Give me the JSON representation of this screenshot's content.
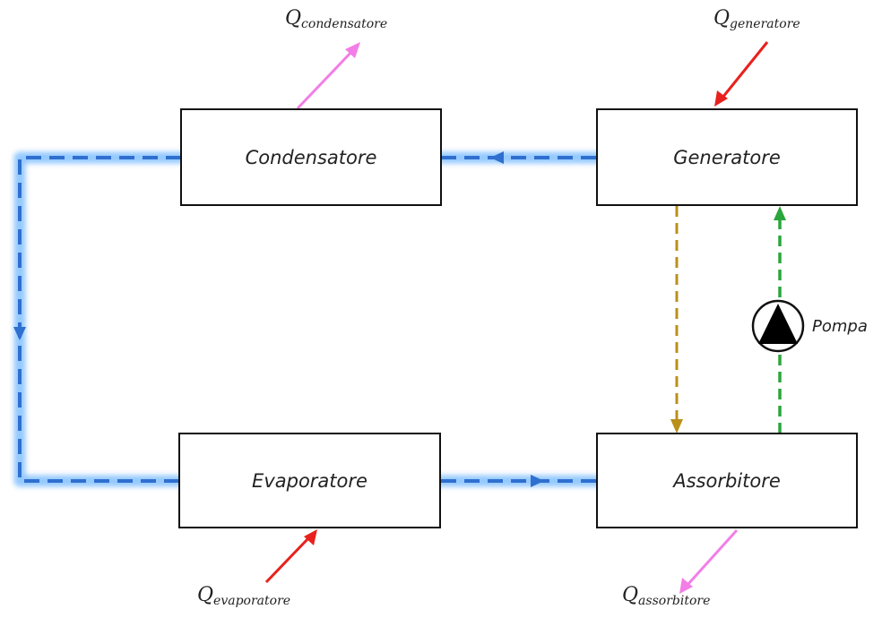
{
  "components": {
    "condensatore": "Condensatore",
    "generatore": "Generatore",
    "evaporatore": "Evaporatore",
    "assorbitore": "Assorbitore"
  },
  "heat_flows": {
    "q_symbol": "Q",
    "condensatore": "condensatore",
    "generatore": "generatore",
    "evaporatore": "evaporatore",
    "assorbitore": "assorbitore"
  },
  "pump": {
    "label": "Pompa"
  },
  "colors": {
    "refrigerant_line": "#2f6fd0",
    "refrigerant_glow": "#8fc6ff",
    "weak_solution_line": "#b8901a",
    "weak_solution_glow": "#fff15a",
    "strong_solution_line": "#2aa63b",
    "strong_solution_glow": "#a7ec9c",
    "heat_in_arrow": "#e8211c",
    "heat_out_arrow": "#f27ee6",
    "box_border": "#111111"
  }
}
